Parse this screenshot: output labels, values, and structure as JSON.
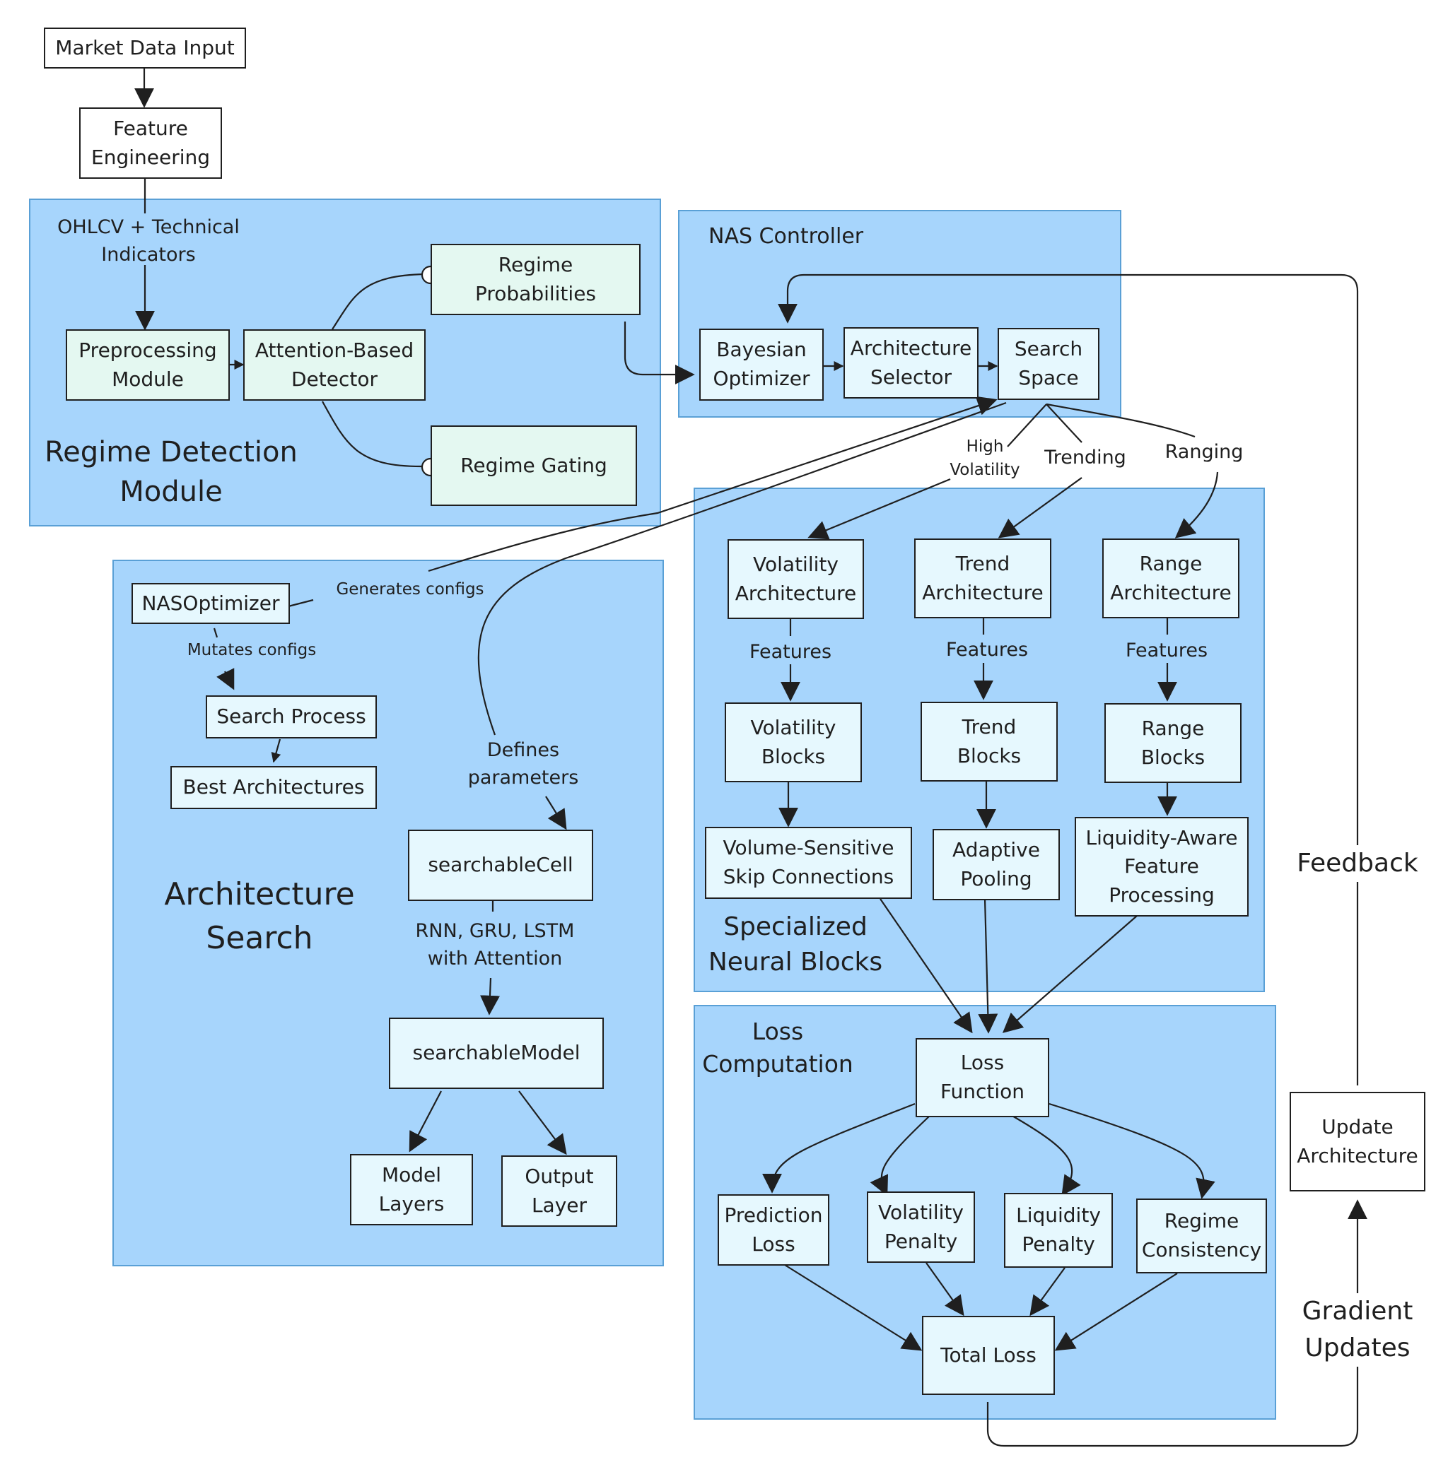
{
  "nodes": {
    "market_data_input": "Market Data Input",
    "feature_engineering": "Feature\nEngineering",
    "preprocessing_module": "Preprocessing\nModule",
    "attention_detector": "Attention-Based\nDetector",
    "regime_probabilities": "Regime\nProbabilities",
    "regime_gating": "Regime Gating",
    "bayesian_optimizer": "Bayesian\nOptimizer",
    "architecture_selector": "Architecture\nSelector",
    "search_space": "Search\nSpace",
    "nas_optimizer": "NASOptimizer",
    "search_process": "Search Process",
    "best_architectures": "Best Architectures",
    "searchable_cell": "searchableCell",
    "searchable_model": "searchableModel",
    "model_layers": "Model\nLayers",
    "output_layer": "Output\nLayer",
    "volatility_architecture": "Volatility\nArchitecture",
    "trend_architecture": "Trend\nArchitecture",
    "range_architecture": "Range\nArchitecture",
    "volatility_blocks": "Volatility\nBlocks",
    "trend_blocks": "Trend\nBlocks",
    "range_blocks": "Range\nBlocks",
    "volume_skip": "Volume-Sensitive\nSkip Connections",
    "adaptive_pooling": "Adaptive\nPooling",
    "liquidity_feature": "Liquidity-Aware\nFeature\nProcessing",
    "loss_function": "Loss\nFunction",
    "prediction_loss": "Prediction\nLoss",
    "volatility_penalty": "Volatility\nPenalty",
    "liquidity_penalty": "Liquidity\nPenalty",
    "regime_consistency": "Regime\nConsistency",
    "total_loss": "Total Loss",
    "update_architecture": "Update\nArchitecture"
  },
  "clusters": {
    "regime_detection": "Regime Detection\nModule",
    "nas_controller": "NAS Controller",
    "architecture_search": "Architecture\nSearch",
    "specialized_blocks": "Specialized\nNeural Blocks",
    "loss_computation": "Loss\nComputation"
  },
  "edge_labels": {
    "ohlcv": "OHLCV + Technical\nIndicators",
    "high_volatility": "High\nVolatility",
    "trending": "Trending",
    "ranging": "Ranging",
    "generates_configs": "Generates configs",
    "mutates_configs": "Mutates configs",
    "defines_parameters": "Defines\nparameters",
    "rnn_gru_lstm": "RNN, GRU, LSTM\nwith Attention",
    "features_vol": "Features",
    "features_trend": "Features",
    "features_range": "Features",
    "feedback": "Feedback",
    "gradient_updates": "Gradient\nUpdates"
  },
  "colors": {
    "cluster_fill": "#a7d5fc",
    "cluster_border": "#5aa0d6",
    "node_green": "#e4f8f1",
    "node_cyan": "#e6f8fe",
    "stroke": "#1f1f1f"
  }
}
